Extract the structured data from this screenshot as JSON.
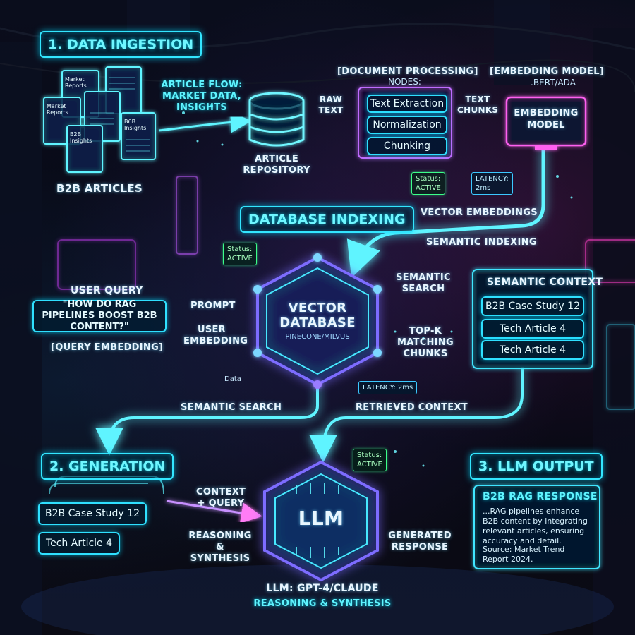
{
  "sections": {
    "ingestion": "1. DATA INGESTION",
    "indexing": "DATABASE INDEXING",
    "generation": "2. GENERATION",
    "output": "3. LLM OUTPUT"
  },
  "documents": {
    "doc1": "Market Reports",
    "doc2": "Market Reports",
    "doc3": "B6B Insights",
    "doc4": "B2B Insights",
    "caption": "B2B ARTICLES"
  },
  "flows": {
    "article_flow": "ARTICLE FLOW: MARKET DATA, INSIGHTS",
    "raw_text": "RAW TEXT",
    "text_chunks": "TEXT CHUNKS",
    "vector_embeddings": "VECTOR EMBEDDINGS",
    "semantic_indexing": "SEMANTIC INDEXING",
    "prompt": "PROMPT",
    "user_embedding": "USER EMBEDDING",
    "semantic_search_top": "SEMANTIC SEARCH",
    "top_k": "TOP-K MATCHING CHUNKS",
    "semantic_search_left": "SEMANTIC SEARCH",
    "retrieved_context": "RETRIEVED CONTEXT",
    "context_query": "CONTEXT + QUERY",
    "reasoning_synthesis": "REASONING & SYNTHESIS",
    "generated_response": "GENERATED RESPONSE"
  },
  "repository": {
    "label": "ARTICLE REPOSITORY"
  },
  "doc_processing": {
    "header": "[DOCUMENT PROCESSING]",
    "nodes_label": "NODES:",
    "nodes": [
      "Text Extraction",
      "Normalization",
      "Chunking"
    ],
    "status_label": "Status:",
    "status_value": "ACTIVE"
  },
  "embedding": {
    "header": "[EMBEDDING MODEL]",
    "sub": ".BERT/ADA",
    "box": "EMBEDDING MODEL",
    "latency_label": "LATENCY:",
    "latency_value": "2ms"
  },
  "query": {
    "label": "USER QUERY",
    "text": "\"HOW DO RAG PIPELINES BOOST B2B CONTENT?\"",
    "embedding_label": "[QUERY EMBEDDING]"
  },
  "vector_db": {
    "title": "VECTOR DATABASE",
    "sub": "PINECONE/MILVUS",
    "status_label": "Status:",
    "status_value": "ACTIVE",
    "data_label": "Data",
    "latency": "LATENCY: 2ms"
  },
  "semantic_context": {
    "title": "SEMANTIC CONTEXT",
    "items": [
      "B2B Case Study 12",
      "Tech Article 4",
      "Tech Article 4"
    ]
  },
  "generation": {
    "items": [
      "B2B Case Study 12",
      "Tech Article 4"
    ]
  },
  "llm": {
    "title": "LLM",
    "status_label": "Status:",
    "status_value": "ACTIVE",
    "caption": "LLM: GPT-4/CLAUDE",
    "caption_sub": "REASONING & SYNTHESIS"
  },
  "output": {
    "title": "B2B RAG RESPONSE",
    "body": "...RAG pipelines enhance B2B content by integrating relevant articles, ensuring accuracy and detail.",
    "source": "Source: Market Trend Report 2024."
  },
  "colors": {
    "cyan": "#33e6ff",
    "magenta": "#e060ff",
    "green": "#3cff8a",
    "purple": "#8a5cff"
  }
}
